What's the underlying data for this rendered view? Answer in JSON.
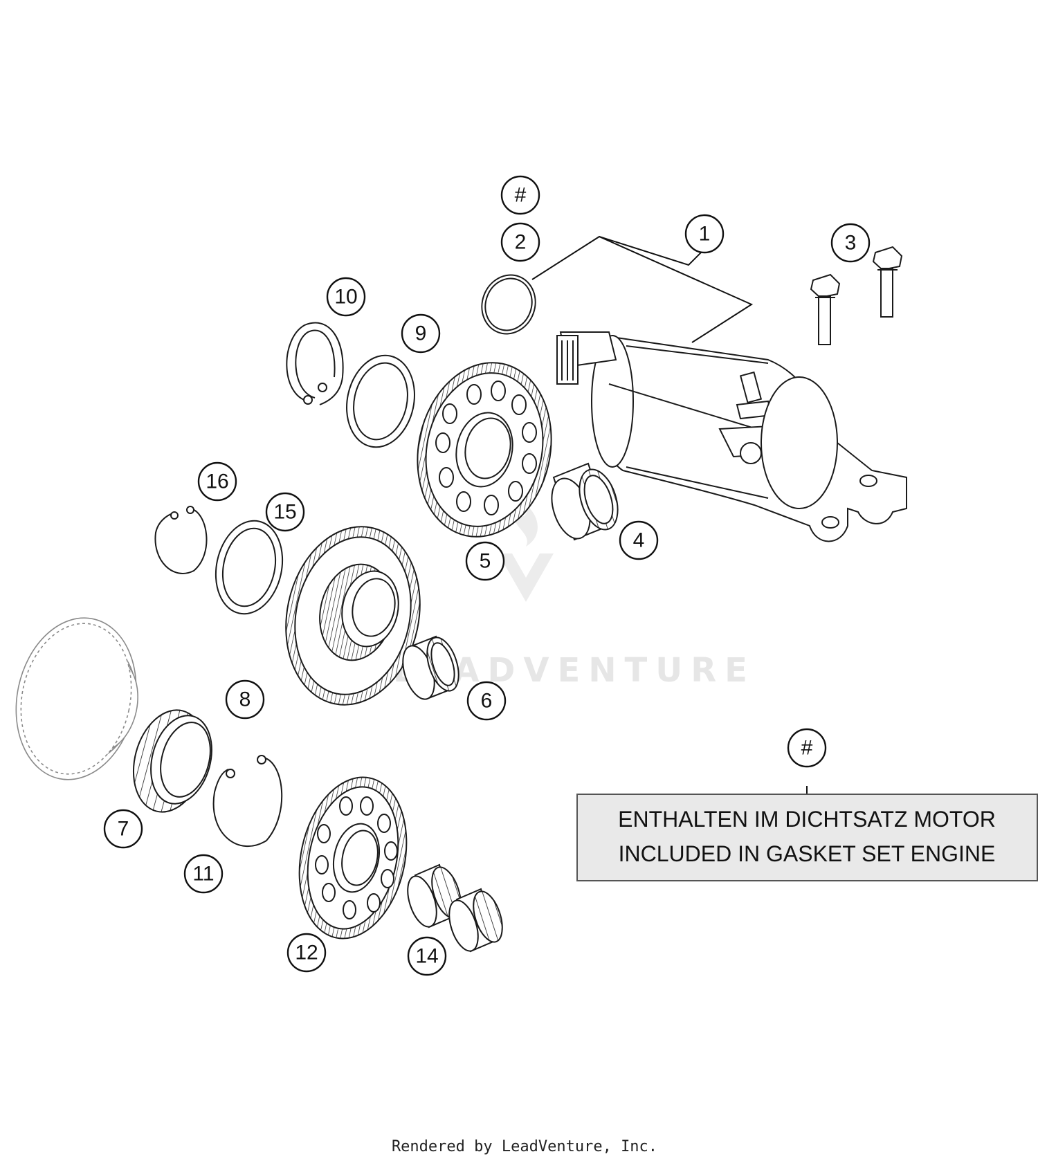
{
  "callouts": [
    {
      "id": "c-hash-top",
      "label": "#"
    },
    {
      "id": "c1",
      "label": "1"
    },
    {
      "id": "c2",
      "label": "2"
    },
    {
      "id": "c3",
      "label": "3"
    },
    {
      "id": "c4",
      "label": "4"
    },
    {
      "id": "c5",
      "label": "5"
    },
    {
      "id": "c6",
      "label": "6"
    },
    {
      "id": "c7",
      "label": "7"
    },
    {
      "id": "c8",
      "label": "8"
    },
    {
      "id": "c9",
      "label": "9"
    },
    {
      "id": "c10",
      "label": "10"
    },
    {
      "id": "c11",
      "label": "11"
    },
    {
      "id": "c12",
      "label": "12"
    },
    {
      "id": "c14",
      "label": "14"
    },
    {
      "id": "c15",
      "label": "15"
    },
    {
      "id": "c16",
      "label": "16"
    },
    {
      "id": "c-hash-note",
      "label": "#"
    }
  ],
  "note": {
    "line1": "ENTHALTEN IM DICHTSATZ MOTOR",
    "line2": "INCLUDED IN GASKET SET ENGINE"
  },
  "watermark": "LEADVENTURE",
  "footer": "Rendered by LeadVenture, Inc."
}
